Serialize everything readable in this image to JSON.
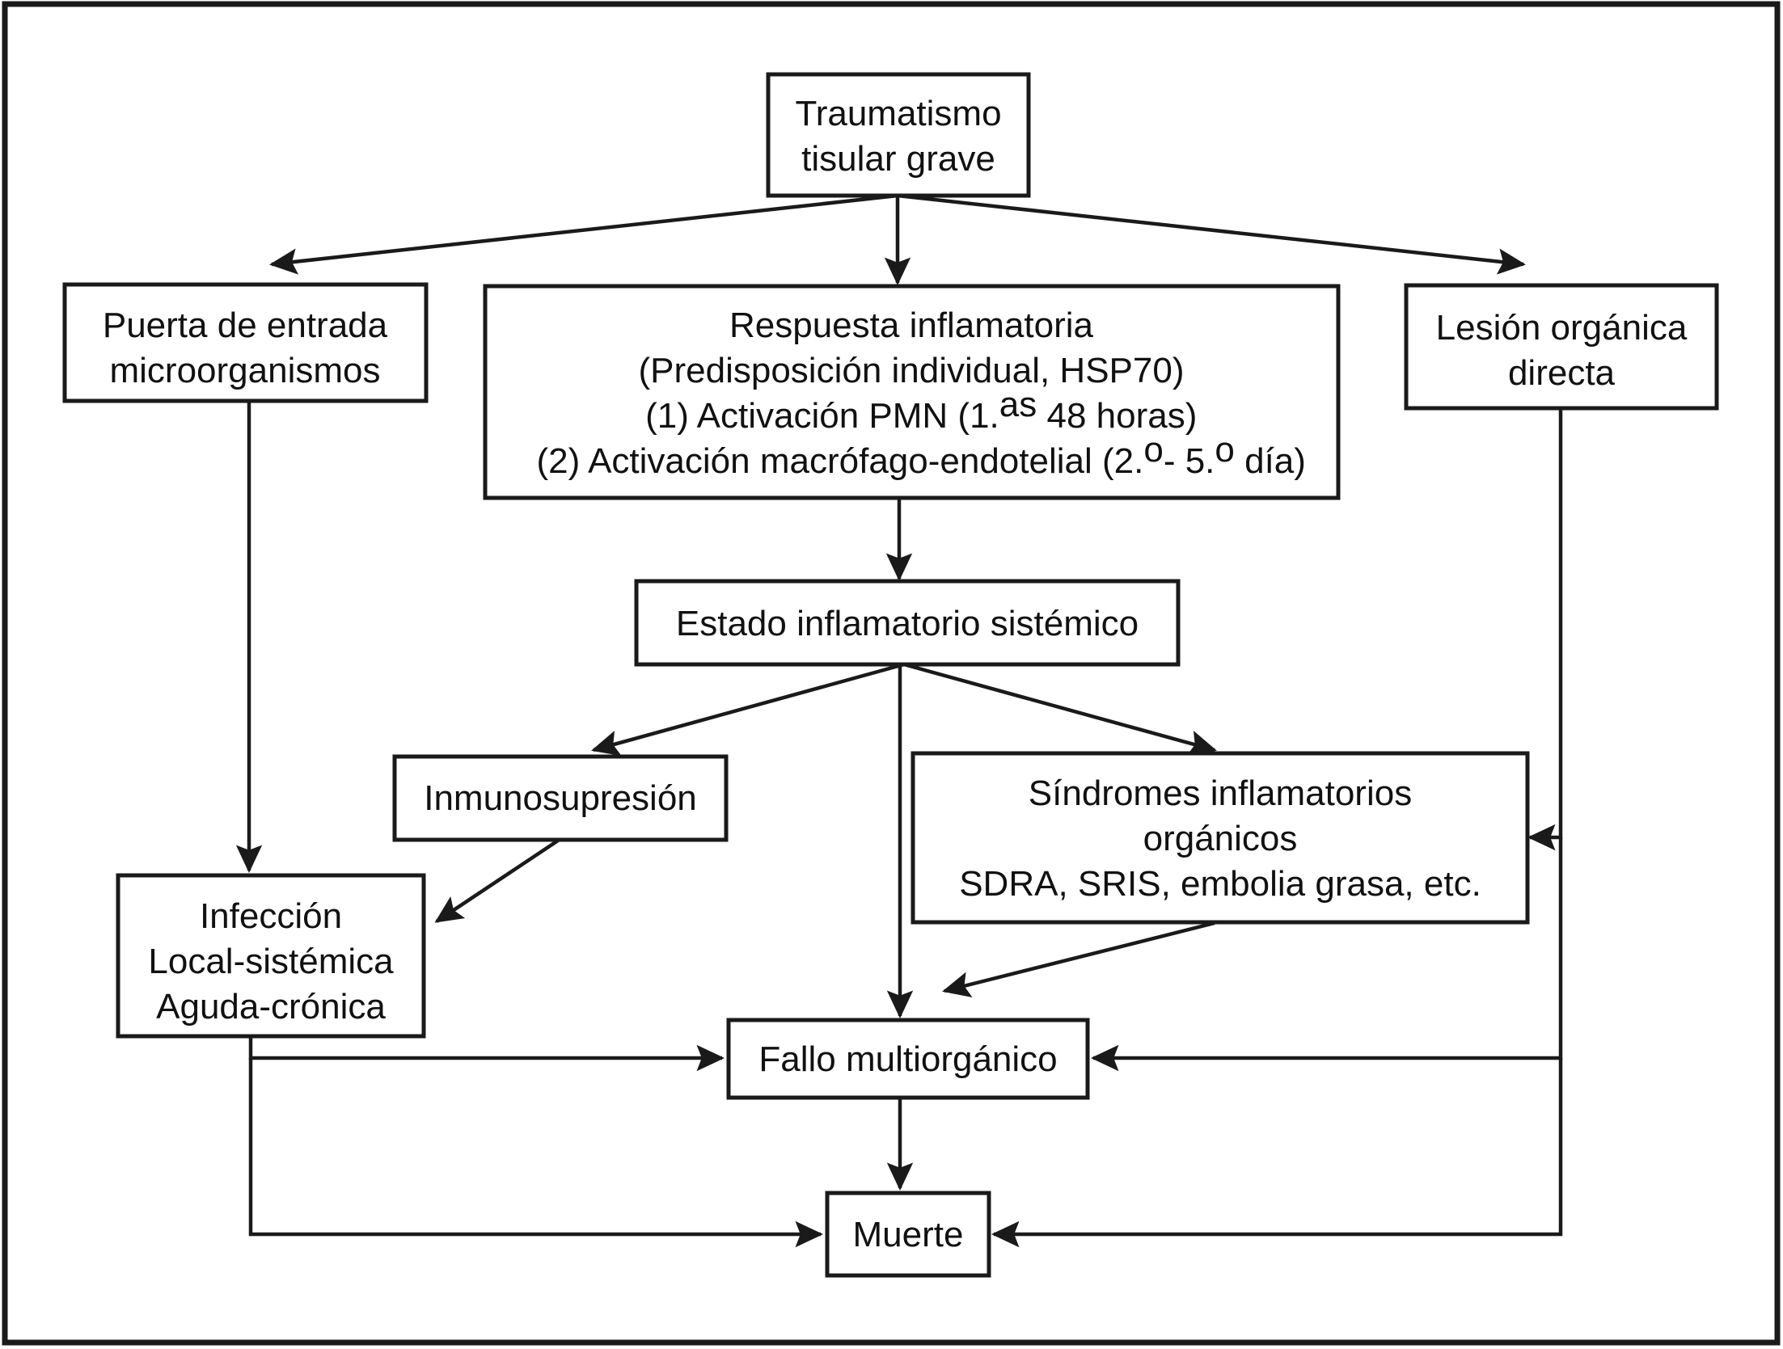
{
  "figure": {
    "kind": "flowchart",
    "language": "es",
    "border_color": "#1a1a1a",
    "background_color": "#ffffff",
    "line_color": "#1a1a1a"
  },
  "nodes": {
    "trauma": {
      "id": "traumatismo-tisular-grave",
      "lines": [
        "Traumatismo",
        "tisular grave"
      ]
    },
    "puerta": {
      "id": "puerta-de-entrada-microorganismos",
      "lines": [
        "Puerta de entrada",
        "microorganismos"
      ]
    },
    "respuesta": {
      "id": "respuesta-inflamatoria",
      "line1": "Respuesta inflamatoria",
      "line2": "(Predisposición individual, HSP70)",
      "line3_a": "(1) Activación PMN (1.",
      "line3_sup": "as",
      "line3_b": " 48 horas)",
      "line4_a": "(2) Activación macrófago-endotelial (2.",
      "line4_sup1": "o",
      "line4_b": "- 5.",
      "line4_sup2": "o",
      "line4_c": " día)"
    },
    "lesion": {
      "id": "lesion-organica-directa",
      "lines": [
        "Lesión orgánica",
        "directa"
      ]
    },
    "estado": {
      "id": "estado-inflamatorio-sistemico",
      "lines": [
        "Estado inflamatorio sistémico"
      ]
    },
    "inmuno": {
      "id": "inmunosupresion",
      "lines": [
        "Inmunosupresión"
      ]
    },
    "sindromes": {
      "id": "sindromes-inflamatorios-organicos",
      "lines": [
        "Síndromes inflamatorios",
        "orgánicos",
        "SDRA, SRIS, embolia grasa, etc."
      ]
    },
    "infeccion": {
      "id": "infeccion-local-sistemica-aguda-cronica",
      "lines": [
        "Infección",
        "Local-sistémica",
        "Aguda-crónica"
      ]
    },
    "fallo": {
      "id": "fallo-multiorganico",
      "lines": [
        "Fallo multiorgánico"
      ]
    },
    "muerte": {
      "id": "muerte",
      "lines": [
        "Muerte"
      ]
    }
  },
  "edges": [
    {
      "from": "trauma",
      "to": "puerta",
      "style": "diagonal-arrow"
    },
    {
      "from": "trauma",
      "to": "respuesta",
      "style": "straight-arrow"
    },
    {
      "from": "trauma",
      "to": "lesion",
      "style": "diagonal-arrow"
    },
    {
      "from": "respuesta",
      "to": "estado",
      "style": "straight-arrow"
    },
    {
      "from": "estado",
      "to": "inmuno",
      "style": "diagonal-arrow"
    },
    {
      "from": "estado",
      "to": "fallo",
      "style": "straight-arrow"
    },
    {
      "from": "estado",
      "to": "sindromes",
      "style": "diagonal-arrow"
    },
    {
      "from": "puerta",
      "to": "infeccion",
      "style": "straight-arrow"
    },
    {
      "from": "inmuno",
      "to": "infeccion",
      "style": "diagonal-arrow"
    },
    {
      "from": "sindromes",
      "to": "fallo",
      "style": "diagonal-arrow"
    },
    {
      "from": "infeccion",
      "to": "fallo",
      "style": "elbow-arrow"
    },
    {
      "from": "infeccion",
      "to": "muerte",
      "style": "elbow-arrow"
    },
    {
      "from": "lesion",
      "to": "sindromes",
      "style": "elbow-arrow"
    },
    {
      "from": "lesion",
      "to": "fallo",
      "style": "elbow-arrow"
    },
    {
      "from": "lesion",
      "to": "muerte",
      "style": "elbow-arrow"
    },
    {
      "from": "fallo",
      "to": "muerte",
      "style": "straight-arrow"
    }
  ]
}
